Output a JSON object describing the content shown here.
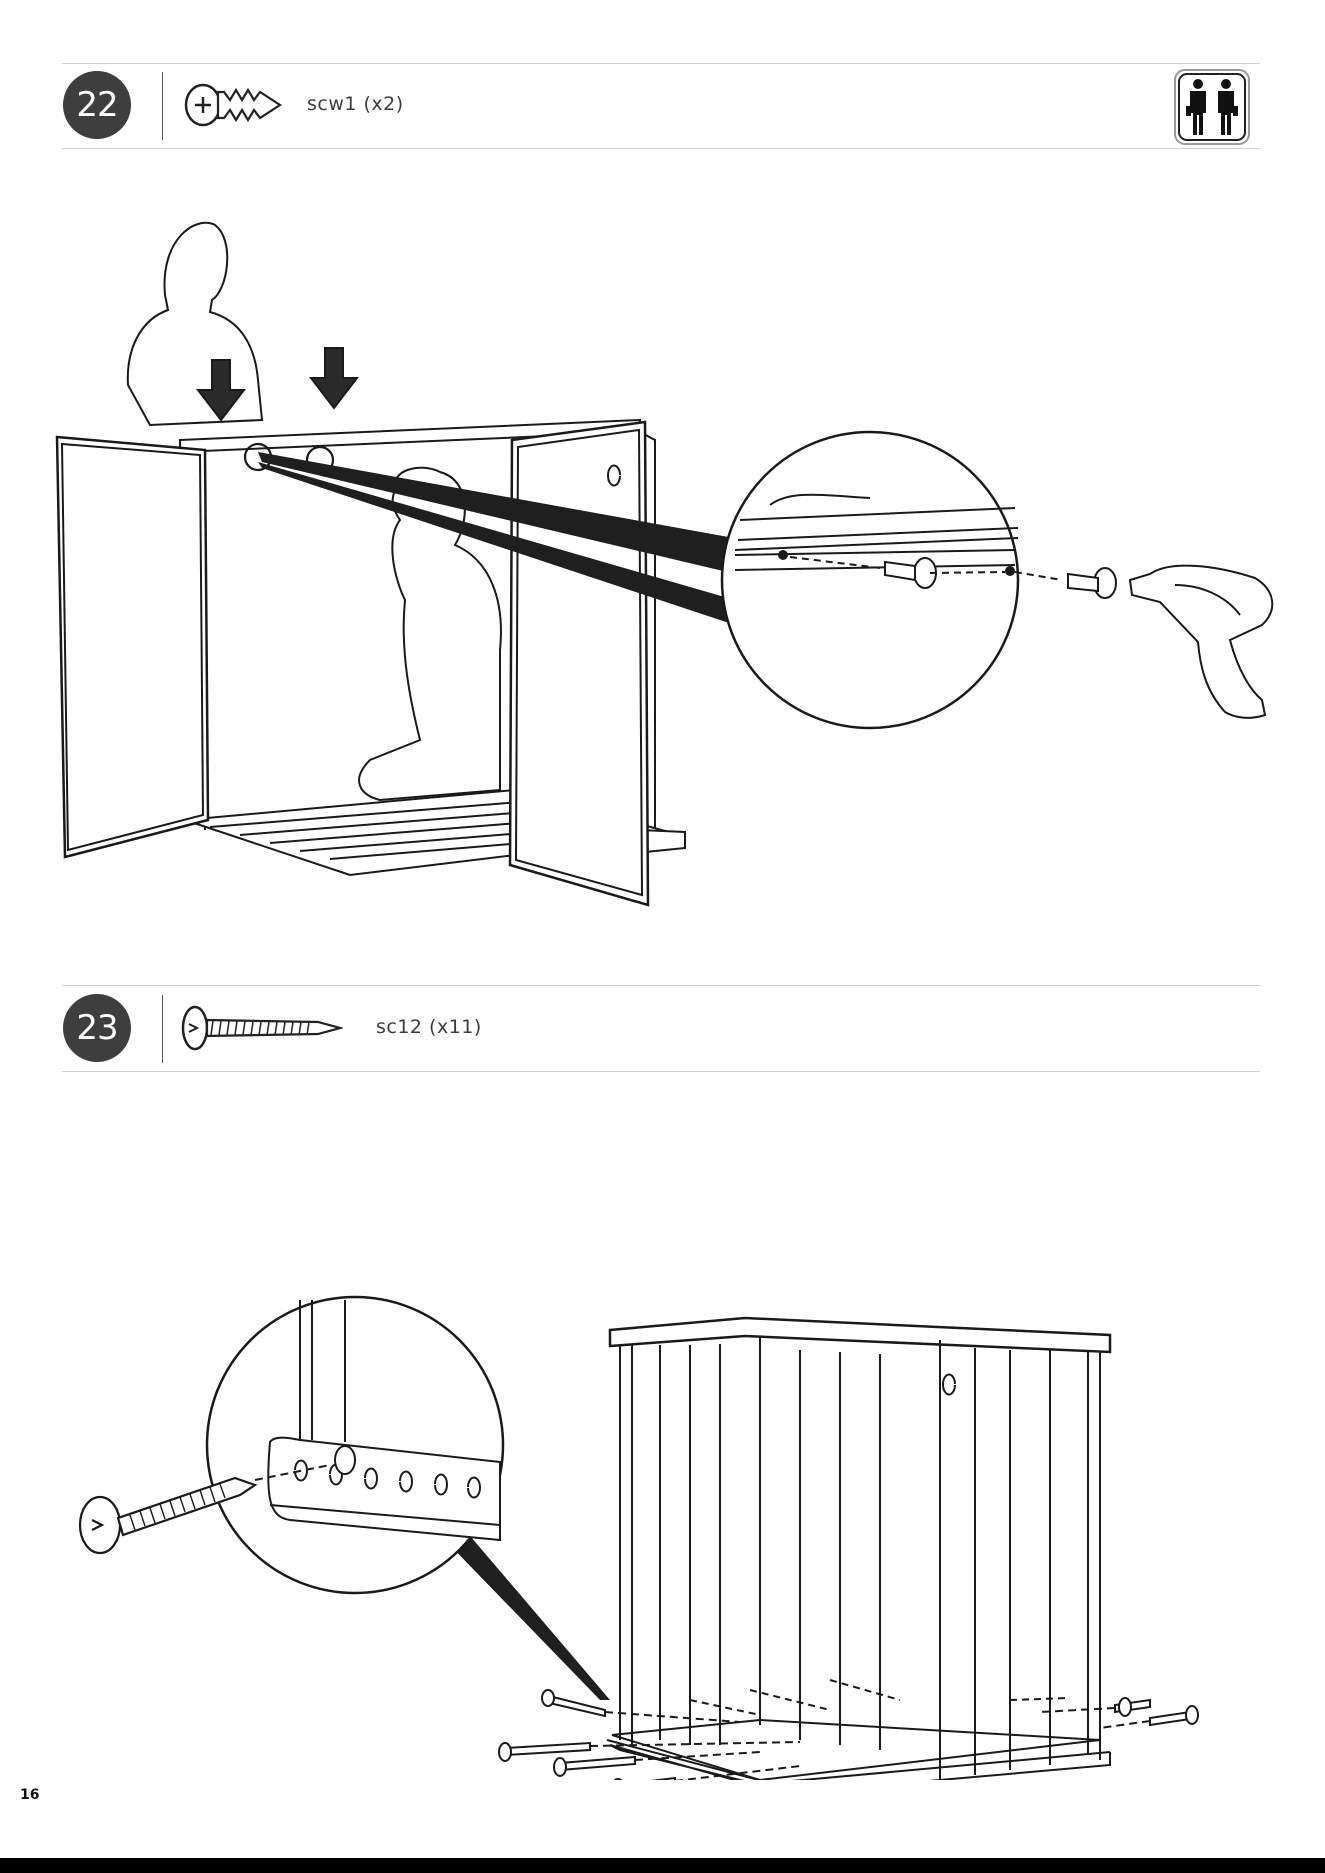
{
  "steps": [
    {
      "number": "22",
      "part_label": "scw1 (x2)",
      "part_icon": "screw-scw1-icon",
      "persons_icon": "two-persons-icon"
    },
    {
      "number": "23",
      "part_label": "sc12 (x11)",
      "part_icon": "screw-sc12-icon"
    }
  ],
  "page_number": "16",
  "colors": {
    "badge": "#3e3e3e",
    "line": "#1a1a1a",
    "rule": "#d2d2d2",
    "footer": "#000000"
  }
}
